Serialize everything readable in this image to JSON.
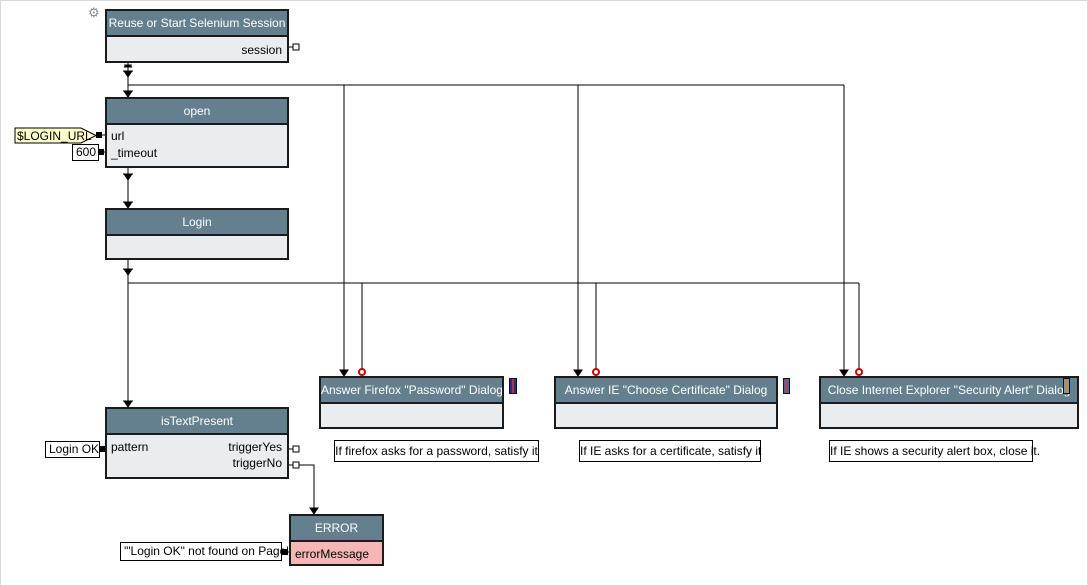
{
  "nodes": {
    "session": {
      "title": "Reuse or Start Selenium Session",
      "output": "session"
    },
    "open": {
      "title": "open",
      "input1": "url",
      "input2": "_timeout"
    },
    "login": {
      "title": "Login"
    },
    "istextpresent": {
      "title": "isTextPresent",
      "input1": "pattern",
      "output1": "triggerYes",
      "output2": "triggerNo"
    },
    "error": {
      "title": "ERROR",
      "input1": "errorMessage"
    },
    "firefox_dialog": {
      "title": "Answer Firefox \"Password\" Dialog"
    },
    "ie_certificate_dialog": {
      "title": "Answer IE \"Choose Certificate\" Dialog"
    },
    "ie_security_dialog": {
      "title": "Close Internet Explorer \"Security Alert\" Dialog"
    }
  },
  "constants": {
    "login_url": "$LOGIN_URL",
    "timeout": "600",
    "pattern": "Login OK",
    "error_message": "'\"Login OK\" not found on Page'"
  },
  "notes": {
    "firefox": "If firefox asks for a password, satisfy it",
    "ie_certificate": "If IE asks for a certificate, satisfy it",
    "ie_security": "If IE shows a security alert box, close it."
  },
  "icons": {
    "gear": "⚙"
  },
  "colors": {
    "node_header": "#64808e",
    "node_body": "#e9edf0",
    "error_body": "#f7b6b6",
    "constant_yellow": "#ffffcc",
    "marker_red": "#cc0000",
    "indicator1": "#2b2b8f",
    "indicator1_stripe": "#b03535",
    "indicator2": "#4a66a0",
    "indicator2_stripe": "#c04040",
    "indicator3": "#8099ab",
    "indicator3_stripe": "#c8883e"
  }
}
